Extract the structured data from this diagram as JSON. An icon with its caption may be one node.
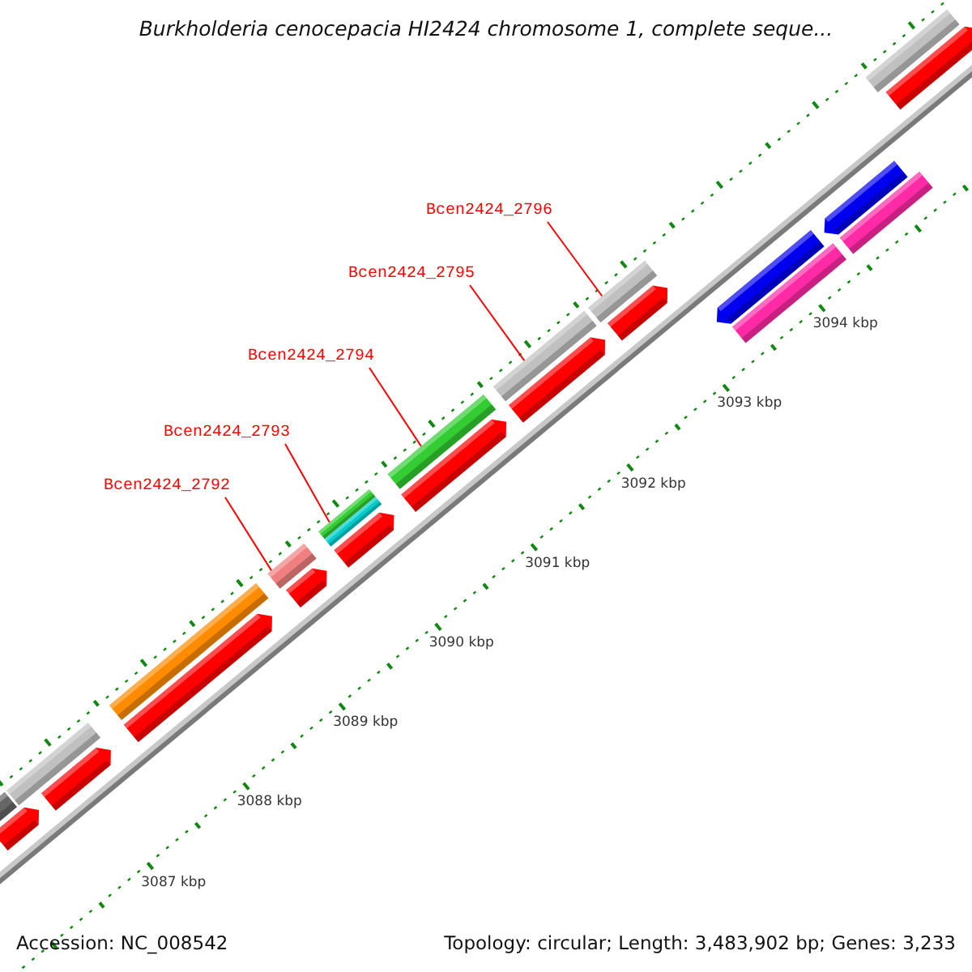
{
  "diagram": {
    "title": "Burkholderia cenocepacia HI2424 chromosome 1, complete seque...",
    "nodes": [
      {
        "text": [
          "Bcen2424_2792"
        ]
      },
      {
        "text": [
          "Bcen2424_2793"
        ]
      },
      {
        "text": [
          "Bcen2424_2794"
        ]
      },
      {
        "text": [
          "Bcen2424_2795"
        ]
      },
      {
        "text": [
          "Bcen2424_2796"
        ]
      },
      {
        "text": [],
        "shape": "bar"
      },
      {
        "text": [],
        "shape": "arrow"
      },
      {
        "text": [],
        "shape": "bar"
      },
      {
        "text": [],
        "shape": "arrow"
      },
      {
        "text": [],
        "shape": "bar"
      },
      {
        "text": [],
        "shape": "arrow"
      },
      {
        "text": [],
        "shape": "bar"
      },
      {
        "text": [],
        "shape": "arrow"
      },
      {
        "text": [],
        "shape": "bar"
      },
      {
        "text": [],
        "shape": "bar"
      },
      {
        "text": [],
        "shape": "arrow"
      },
      {
        "text": [],
        "shape": "bar"
      },
      {
        "text": [],
        "shape": "arrow"
      },
      {
        "text": [],
        "shape": "bar"
      },
      {
        "text": [],
        "shape": "arrow"
      },
      {
        "text": [],
        "shape": "bar"
      },
      {
        "text": [],
        "shape": "arrow"
      },
      {
        "text": [],
        "shape": "arrow"
      },
      {
        "text": [],
        "shape": "bar"
      },
      {
        "text": [],
        "shape": "arrow"
      },
      {
        "text": [],
        "shape": "bar"
      },
      {
        "text": [],
        "shape": "bar"
      },
      {
        "text": [],
        "shape": "arrow"
      }
    ],
    "edges": [
      {
        "from": 0,
        "to": 11,
        "arrow": "none"
      },
      {
        "from": 1,
        "to": 13,
        "arrow": "none"
      },
      {
        "from": 2,
        "to": 16,
        "arrow": "none"
      },
      {
        "from": 3,
        "to": 18,
        "arrow": "none"
      },
      {
        "from": 4,
        "to": 20,
        "arrow": "none"
      }
    ],
    "labels": [
      "3087 kbp",
      "3088 kbp",
      "3089 kbp",
      "3090 kbp",
      "3091 kbp",
      "3092 kbp",
      "3093 kbp",
      "3094 kbp",
      "Accession: NC_008542",
      "Topology: circular; Length: 3,483,902 bp; Genes: 3,233"
    ]
  }
}
